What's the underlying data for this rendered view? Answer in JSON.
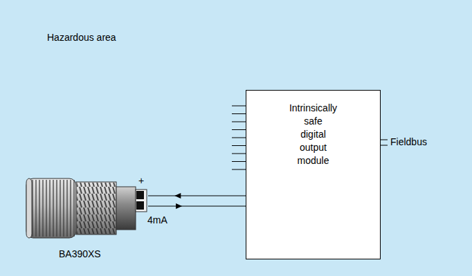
{
  "diagram": {
    "nodes": [
      {
        "text": [
          "BA390XS"
        ]
      },
      {
        "text": [
          "Intrinsically safe digital output module"
        ]
      }
    ],
    "edges": [
      {
        "from": 1,
        "to": 0,
        "arrow": "to"
      },
      {
        "from": 0,
        "to": 1,
        "arrow": "to",
        "label": "4mA"
      }
    ],
    "labels": [
      "Hazardous area",
      "+",
      "Fieldbus"
    ]
  }
}
